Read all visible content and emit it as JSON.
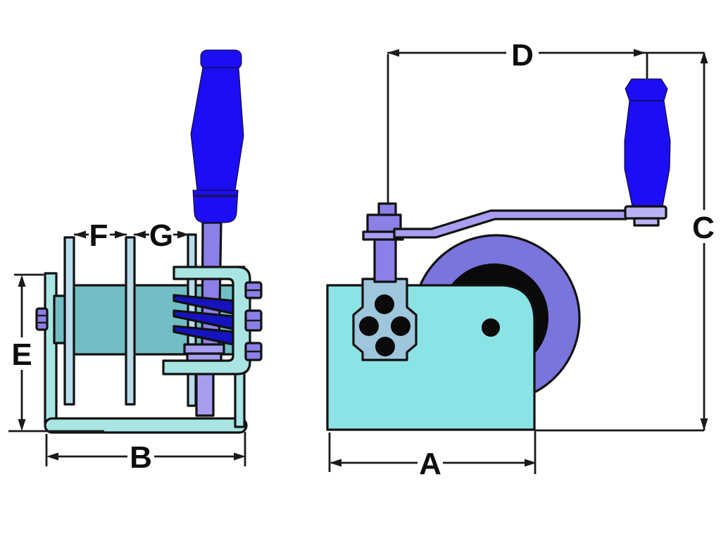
{
  "page": {
    "background": "#ffffff",
    "type": "technical dimension diagram",
    "subject": "manual hand-crank winch shown in side (left) and front (right) views with dimension callouts"
  },
  "dimension_labels": {
    "a": "A",
    "b": "B",
    "c": "C",
    "d": "D",
    "e": "E",
    "f": "F",
    "g": "G"
  },
  "colors": {
    "outline": "#1a1a1a",
    "handle_blue": "#1c0df2",
    "shaft_lavender": "#8b80e8",
    "crank_arm_lavender": "#a79ef0",
    "collar_lavender": "#bab3f2",
    "gear_wheel_purple": "#7a74dd",
    "gear_ring_black": "#0a0a0a",
    "frame_teal": "#a9e6e3",
    "body_teal": "#8ce3e6",
    "drum_teal": "#72bec4",
    "flange_light_blue": "#b9dcea",
    "bolt_plate_steel": "#9ec7dd",
    "worm_gear_navy": "#1513c0"
  }
}
